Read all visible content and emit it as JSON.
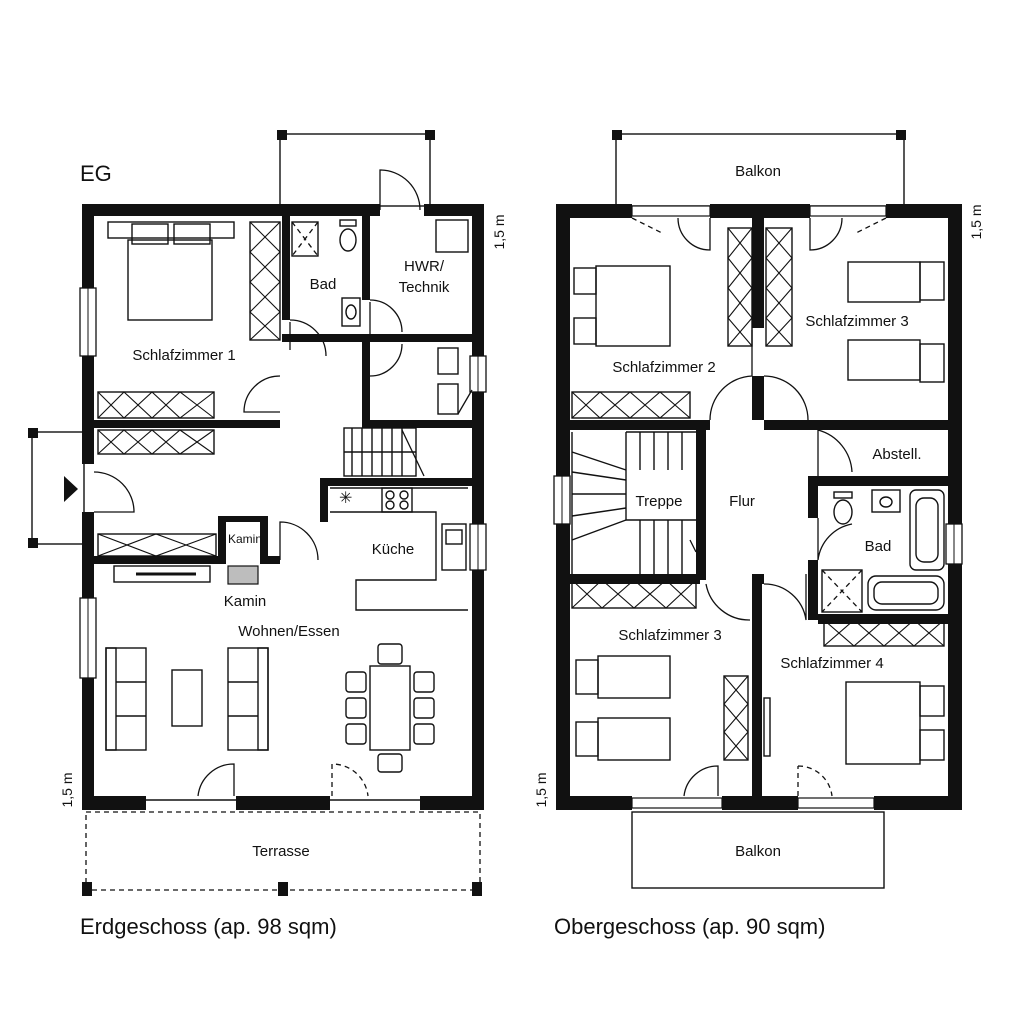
{
  "ground_floor": {
    "tag": "EG",
    "caption": "Erdgeschoss (ap. 98 sqm)",
    "dimension_top": "1,5 m",
    "dimension_bottom": "1,5 m",
    "rooms": {
      "bedroom": "Schlafzimmer 1",
      "bath": "Bad",
      "utility": "HWR/ Technik",
      "utility_line1": "HWR/",
      "utility_line2": "Technik",
      "fireplace_box": "Kamin",
      "fireplace": "Kamin",
      "kitchen": "Küche",
      "living": "Wohnen/Essen",
      "terrace": "Terrasse"
    }
  },
  "upper_floor": {
    "caption": "Obergeschoss (ap. 90 sqm)",
    "dimension_top": "1,5 m",
    "dimension_bottom": "1,5 m",
    "rooms": {
      "balcony_top": "Balkon",
      "bedroom_2": "Schlafzimmer 2",
      "bedroom_3_top": "Schlafzimmer 3",
      "storage": "Abstell.",
      "stairs": "Treppe",
      "hall": "Flur",
      "bath": "Bad",
      "bedroom_3_bottom": "Schlafzimmer 3",
      "bedroom_4": "Schlafzimmer 4",
      "balcony_bottom": "Balkon"
    }
  }
}
